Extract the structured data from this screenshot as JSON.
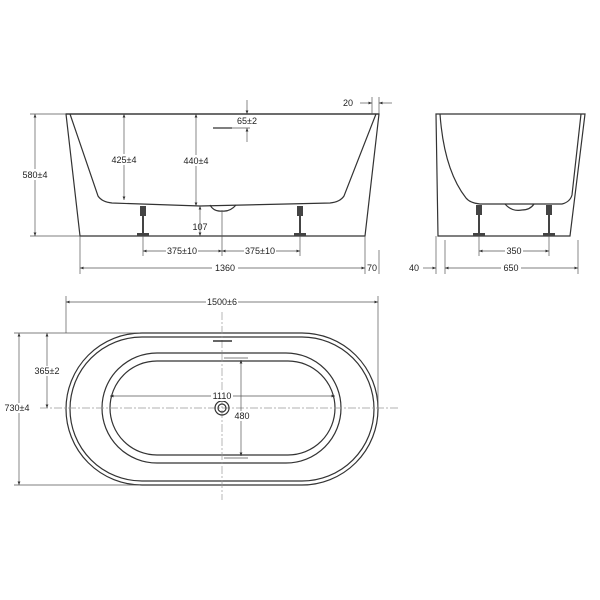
{
  "front_view": {
    "overall_height": "580±4",
    "inner_depth_side": "425±4",
    "inner_depth_center": "440±4",
    "overflow_height": "65±2",
    "rim_thickness": "20",
    "drain_clearance": "107",
    "foot_spacing_left": "375±10",
    "foot_spacing_right": "375±10",
    "base_length": "1360",
    "overhang": "70"
  },
  "side_view": {
    "overhang": "40",
    "foot_spacing": "350",
    "base_width": "650"
  },
  "top_view": {
    "overall_length": "1500±6",
    "overall_width": "730±4",
    "half_width": "365±2",
    "basin_length": "1110",
    "basin_width": "480"
  }
}
